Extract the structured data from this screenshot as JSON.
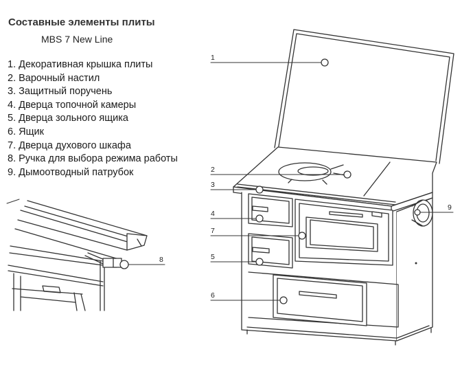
{
  "header": {
    "title": "Составные элементы плиты",
    "subtitle": "MBS 7 New Line"
  },
  "legend": [
    {
      "num": "1",
      "text": "1. Декоративная крышка плиты"
    },
    {
      "num": "2",
      "text": "2. Варочный настил"
    },
    {
      "num": "3",
      "text": "3. Защитный поручень"
    },
    {
      "num": "4",
      "text": "4. Дверца топочной камеры"
    },
    {
      "num": "5",
      "text": "5. Дверца зольного ящика"
    },
    {
      "num": "6",
      "text": "6. Ящик"
    },
    {
      "num": "7",
      "text": "7. Дверца духового шкафа"
    },
    {
      "num": "8",
      "text": "8. Ручка для выбора режима работы"
    },
    {
      "num": "9",
      "text": "9. Дымоотводный патрубок"
    }
  ],
  "callouts": {
    "c1": "1",
    "c2": "2",
    "c3": "3",
    "c4": "4",
    "c5": "5",
    "c6": "6",
    "c7": "7",
    "c8": "8",
    "c9": "9"
  },
  "colors": {
    "line": "#333333",
    "fill": "#ffffff",
    "text": "#1a1a1a"
  }
}
